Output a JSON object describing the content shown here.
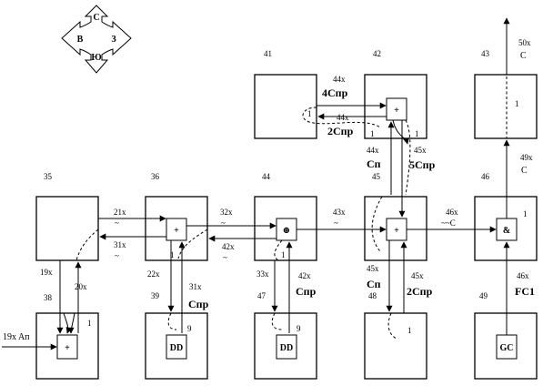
{
  "compass": {
    "north": "С",
    "west": "В",
    "east": "З",
    "south": "Ю"
  },
  "cells": [
    {
      "key": "c41",
      "number": "41",
      "operator": "",
      "marker": ""
    },
    {
      "key": "c42",
      "number": "42",
      "operator": "+",
      "marker": ""
    },
    {
      "key": "c43",
      "number": "43",
      "operator": "",
      "marker": "1"
    },
    {
      "key": "c35",
      "number": "35",
      "operator": "",
      "marker": ""
    },
    {
      "key": "c36",
      "number": "36",
      "operator": "+",
      "marker": "1"
    },
    {
      "key": "c44",
      "number": "44",
      "operator": "⊕",
      "marker": "1"
    },
    {
      "key": "c45",
      "number": "45",
      "operator": "+",
      "marker": ""
    },
    {
      "key": "c46",
      "number": "46",
      "operator": "&",
      "marker": "1"
    },
    {
      "key": "c38",
      "number": "38",
      "operator": "+",
      "marker": "1"
    },
    {
      "key": "c39",
      "number": "39",
      "operator": "DD",
      "marker": "9"
    },
    {
      "key": "c47",
      "number": "47",
      "operator": "DD",
      "marker": "9"
    },
    {
      "key": "c48",
      "number": "48",
      "operator": "",
      "marker": "1"
    },
    {
      "key": "c49",
      "number": "49",
      "operator": "GC",
      "marker": ""
    }
  ],
  "labels": {
    "l50x": "50x",
    "l50c": "C",
    "l44x_a": "44x",
    "l4cnp": "4Cпр",
    "l44x_b": "44x",
    "l2cnp": "2Cпр",
    "l44x_c": "44x",
    "lcn": "Cп",
    "l45x_a": "45x",
    "l5cnp": "5Cпр",
    "l49x_a": "49x",
    "l49c": "C",
    "l21x": "21x",
    "l21s": "~",
    "l31x_a": "31x",
    "l31s": "~",
    "l32x": "32x",
    "l32s": "~",
    "l42x": "42x",
    "l42s": "~",
    "l43x": "43x",
    "l43s": "~",
    "l46x_a": "46x",
    "l46s": "~~C",
    "l19x": "19x",
    "l20x": "20x",
    "l22x": "22x",
    "l31x_b": "31x",
    "lcnp1": "Cпр",
    "l33x": "33x",
    "l42x_b": "42x",
    "lcnp2": "Cпр",
    "l45x_b": "45x",
    "lcn2": "Cп",
    "l45x_c": "45x",
    "l2cnp2": "2Cпр",
    "l46x_b": "46x",
    "lfc": "FC1",
    "l19xa": "19x Aп",
    "m1a": "1",
    "m1b": "1",
    "m1c": "1"
  }
}
